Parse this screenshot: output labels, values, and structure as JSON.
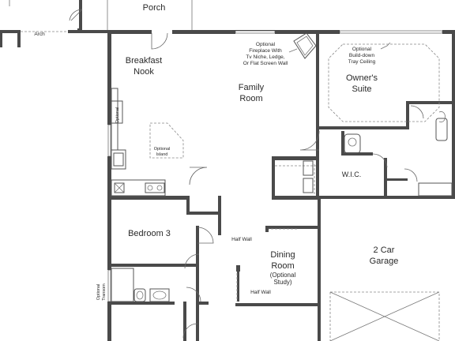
{
  "labels": {
    "porch": "Porch",
    "arch": "Arch",
    "breakfast_1": "Breakfast",
    "breakfast_2": "Nook",
    "fireplace_1": "Optional",
    "fireplace_2": "Fireplace With",
    "fireplace_3": "Tv Niche, Ledge,",
    "fireplace_4": "Or Flat Screen Wall",
    "family_1": "Family",
    "family_2": "Room",
    "tray_1": "Optional",
    "tray_2": "Build-down",
    "tray_3": "Tray Ceiling",
    "owners_1": "Owner's",
    "owners_2": "Suite",
    "pantry_1": "Optional",
    "pantry_2": "",
    "island_1": "Optional",
    "island_2": "Island",
    "wic": "W.I.C.",
    "bedroom3": "Bedroom 3",
    "half_wall_top": "Half Wall",
    "garage_1": "2 Car",
    "garage_2": "Garage",
    "dining_1": "Dining",
    "dining_2": "Room",
    "dining_3": "(Optional",
    "dining_4": "Study)",
    "half_wall_bottom": "Half Wall",
    "transom_1": "Optional",
    "transom_2": "Transom"
  }
}
